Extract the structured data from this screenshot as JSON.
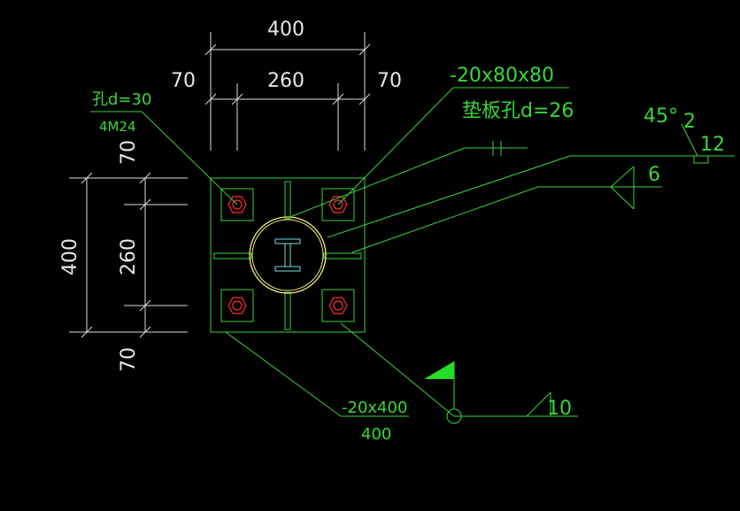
{
  "drawing": {
    "top_dims": {
      "overall": "400",
      "inner": "260",
      "left_edge": "70",
      "right_edge": "70"
    },
    "left_dims": {
      "overall": "400",
      "inner": "260",
      "top_edge": "70",
      "bottom_edge": "70"
    },
    "hole_label": {
      "line1": "孔d=30",
      "line2": "4M24"
    },
    "washer_label": {
      "line1": "-20x80x80",
      "line2": "垫板孔d=26"
    },
    "weld_top": {
      "angle": "45°",
      "gap": "2",
      "size": "12"
    },
    "weld_mid": {
      "size": "6"
    },
    "base_plate_label": {
      "line1": "-20x400",
      "line2": "400"
    },
    "flag_weld": {
      "size": "10"
    }
  },
  "colors": {
    "background": "#000000",
    "leader": "#39d639",
    "text": "#e6e6e6",
    "bolt": "#ff3030",
    "flag": "#22dd22"
  }
}
